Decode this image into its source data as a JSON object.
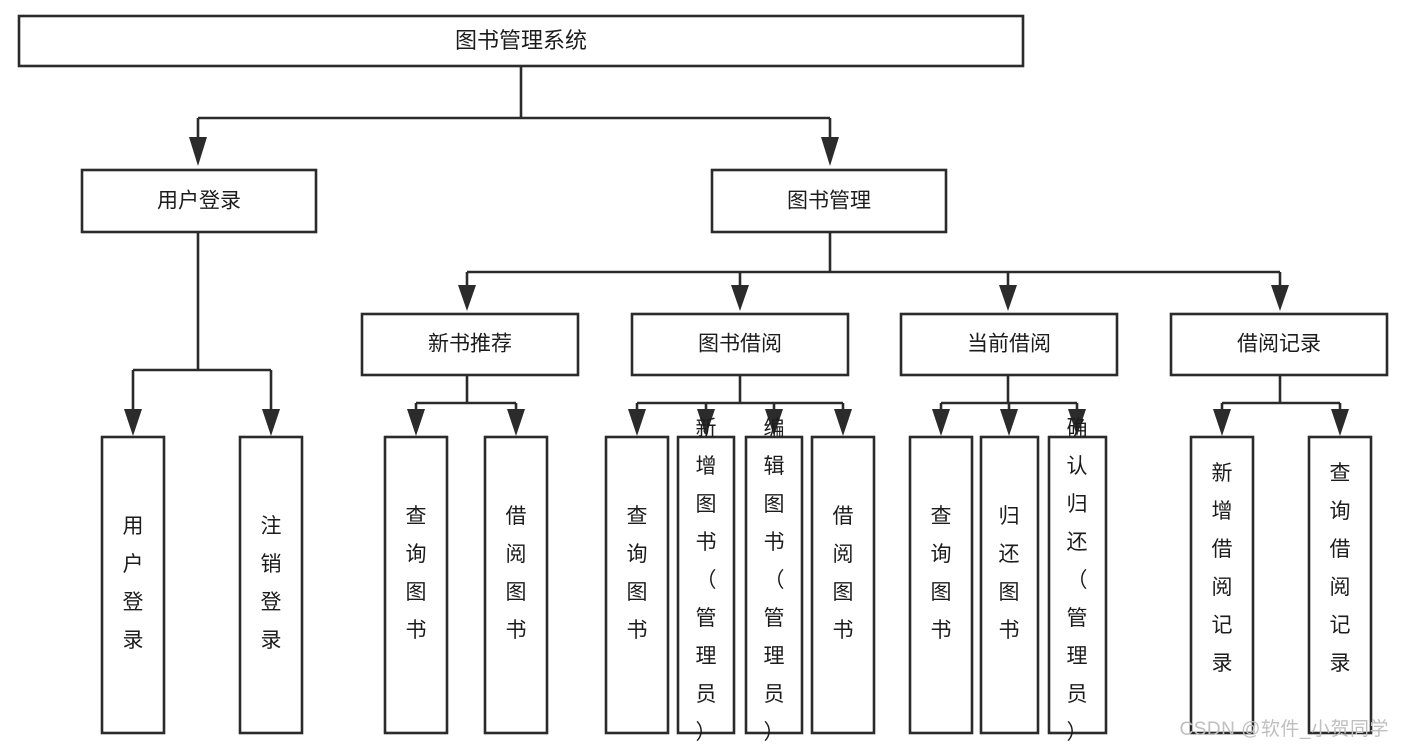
{
  "diagram": {
    "type": "tree",
    "title": "图书管理系统",
    "watermark": "CSDN @软件_小贺同学",
    "colors": {
      "stroke": "#2b2b2b",
      "box_fill": "#ffffff",
      "text": "#1c1c1c",
      "background": "#ffffff",
      "watermark": "#bfbfbf"
    },
    "nodes": {
      "root": {
        "label": "图书管理系统"
      },
      "level2": [
        {
          "id": "user-login",
          "label": "用户登录"
        },
        {
          "id": "book-manage",
          "label": "图书管理"
        }
      ],
      "level3": [
        {
          "id": "new-book-recommend",
          "label": "新书推荐"
        },
        {
          "id": "book-borrow",
          "label": "图书借阅"
        },
        {
          "id": "current-borrow",
          "label": "当前借阅"
        },
        {
          "id": "borrow-record",
          "label": "借阅记录"
        }
      ],
      "leaves": {
        "user_login": [
          {
            "id": "leaf-user-login",
            "label": "用户登录"
          },
          {
            "id": "leaf-user-logout",
            "label": "注销登录"
          }
        ],
        "new_book_recommend": [
          {
            "id": "leaf-query-book-1",
            "label": "查询图书"
          },
          {
            "id": "leaf-borrow-book-1",
            "label": "借阅图书"
          }
        ],
        "book_borrow": [
          {
            "id": "leaf-query-book-2",
            "label": "查询图书"
          },
          {
            "id": "leaf-add-book",
            "label": "新增图书（管理员）"
          },
          {
            "id": "leaf-edit-book",
            "label": "编辑图书（管理员）"
          },
          {
            "id": "leaf-borrow-book-2",
            "label": "借阅图书"
          }
        ],
        "current_borrow": [
          {
            "id": "leaf-query-book-3",
            "label": "查询图书"
          },
          {
            "id": "leaf-return-book",
            "label": "归还图书"
          },
          {
            "id": "leaf-confirm-return",
            "label": "确认归还（管理员）"
          }
        ],
        "borrow_record": [
          {
            "id": "leaf-add-record",
            "label": "新增借阅记录"
          },
          {
            "id": "leaf-query-record",
            "label": "查询借阅记录"
          }
        ]
      }
    }
  }
}
